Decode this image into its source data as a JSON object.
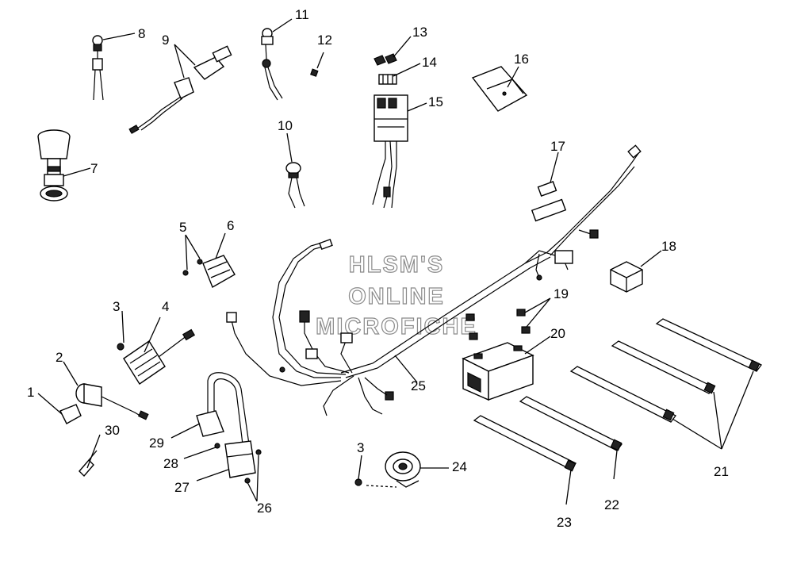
{
  "watermark": {
    "line1": "HLSM'S",
    "line2": "ONLINE",
    "line3": "MICROFICHE"
  },
  "callouts": {
    "c1": "1",
    "c2": "2",
    "c3a": "3",
    "c3b": "3",
    "c4": "4",
    "c5": "5",
    "c6": "6",
    "c7": "7",
    "c8": "8",
    "c9": "9",
    "c10": "10",
    "c11": "11",
    "c12": "12",
    "c13": "13",
    "c14": "14",
    "c15": "15",
    "c16": "16",
    "c17": "17",
    "c18": "18",
    "c19": "19",
    "c20": "20",
    "c21": "21",
    "c22": "22",
    "c23": "23",
    "c24": "24",
    "c25": "25",
    "c26": "26",
    "c27": "27",
    "c28": "28",
    "c29": "29",
    "c30": "30"
  }
}
